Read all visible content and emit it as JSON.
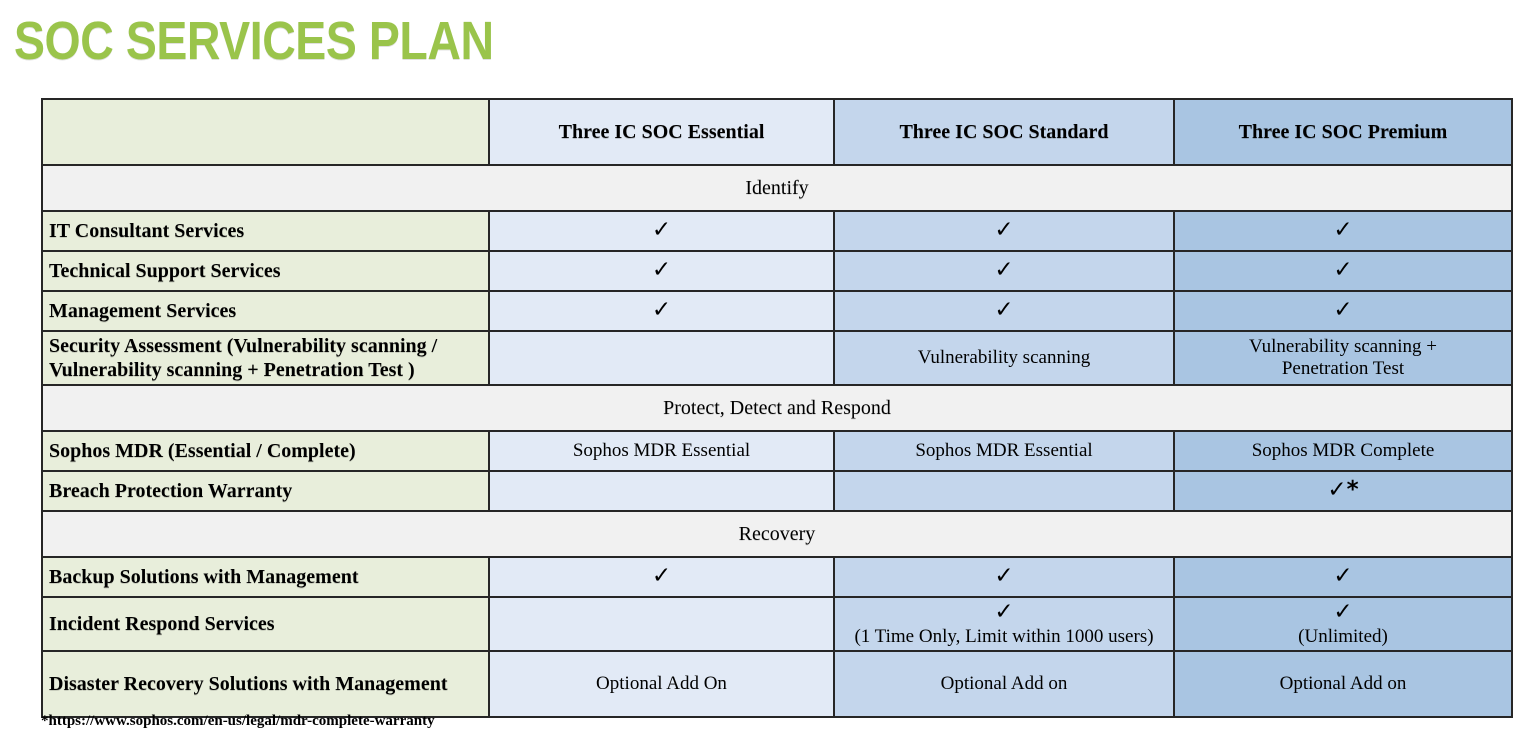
{
  "title": "SOC SERVICES PLAN",
  "colors": {
    "title_green": "#9ac44b",
    "feature_column": "#e8eedb",
    "essential_column": "#e2eaf6",
    "standard_column": "#c4d6ec",
    "premium_column": "#a9c5e2",
    "section_row": "#f1f1f1",
    "border": "#262626"
  },
  "table": {
    "columns": [
      {
        "key": "feature",
        "label": ""
      },
      {
        "key": "essential",
        "label": "Three IC SOC Essential"
      },
      {
        "key": "standard",
        "label": "Three IC SOC Standard"
      },
      {
        "key": "premium",
        "label": "Three IC SOC Premium"
      }
    ],
    "sections": [
      {
        "title": "Identify",
        "rows": [
          {
            "feature": "IT Consultant Services",
            "essential": {
              "check": "✓",
              "note": ""
            },
            "standard": {
              "check": "✓",
              "note": ""
            },
            "premium": {
              "check": "✓",
              "note": ""
            }
          },
          {
            "feature": "Technical Support Services",
            "essential": {
              "check": "✓",
              "note": ""
            },
            "standard": {
              "check": "✓",
              "note": ""
            },
            "premium": {
              "check": "✓",
              "note": ""
            }
          },
          {
            "feature": "Management Services",
            "essential": {
              "check": "✓",
              "note": ""
            },
            "standard": {
              "check": "✓",
              "note": ""
            },
            "premium": {
              "check": "✓",
              "note": ""
            }
          },
          {
            "feature": "Security Assessment (Vulnerability  scanning / Vulnerability  scanning + Penetration Test )",
            "feature_line1": "Security Assessment (Vulnerability  scanning /",
            "feature_line2": "Vulnerability  scanning + Penetration Test )",
            "essential": {
              "check": "",
              "note": ""
            },
            "standard": {
              "check": "",
              "note": "Vulnerability  scanning"
            },
            "premium": {
              "check": "",
              "note": "Vulnerability  scanning +",
              "note2": "Penetration Test"
            }
          }
        ]
      },
      {
        "title": "Protect, Detect and Respond",
        "rows": [
          {
            "feature": "Sophos MDR (Essential / Complete)",
            "essential": {
              "check": "",
              "note": "Sophos MDR Essential"
            },
            "standard": {
              "check": "",
              "note": "Sophos MDR Essential"
            },
            "premium": {
              "check": "",
              "note": "Sophos MDR Complete"
            }
          },
          {
            "feature": "Breach Protection Warranty",
            "essential": {
              "check": "",
              "note": ""
            },
            "standard": {
              "check": "",
              "note": ""
            },
            "premium": {
              "check": "✓*",
              "note": ""
            }
          }
        ]
      },
      {
        "title": "Recovery",
        "rows": [
          {
            "feature": "Backup Solutions with Management",
            "essential": {
              "check": "✓",
              "note": ""
            },
            "standard": {
              "check": "✓",
              "note": ""
            },
            "premium": {
              "check": "✓",
              "note": ""
            }
          },
          {
            "feature": "Incident Respond Services",
            "essential": {
              "check": "",
              "note": ""
            },
            "standard": {
              "check": "✓",
              "note": "(1 Time Only, Limit within 1000 users)"
            },
            "premium": {
              "check": "✓",
              "note": "(Unlimited)"
            }
          },
          {
            "feature": "Disaster Recovery Solutions with Management",
            "essential": {
              "check": "",
              "note": "Optional Add On"
            },
            "standard": {
              "check": "",
              "note": "Optional Add on"
            },
            "premium": {
              "check": "",
              "note": "Optional Add on"
            }
          }
        ]
      }
    ]
  },
  "footnote": "*https://www.sophos.com/en-us/legal/mdr-complete-warranty"
}
